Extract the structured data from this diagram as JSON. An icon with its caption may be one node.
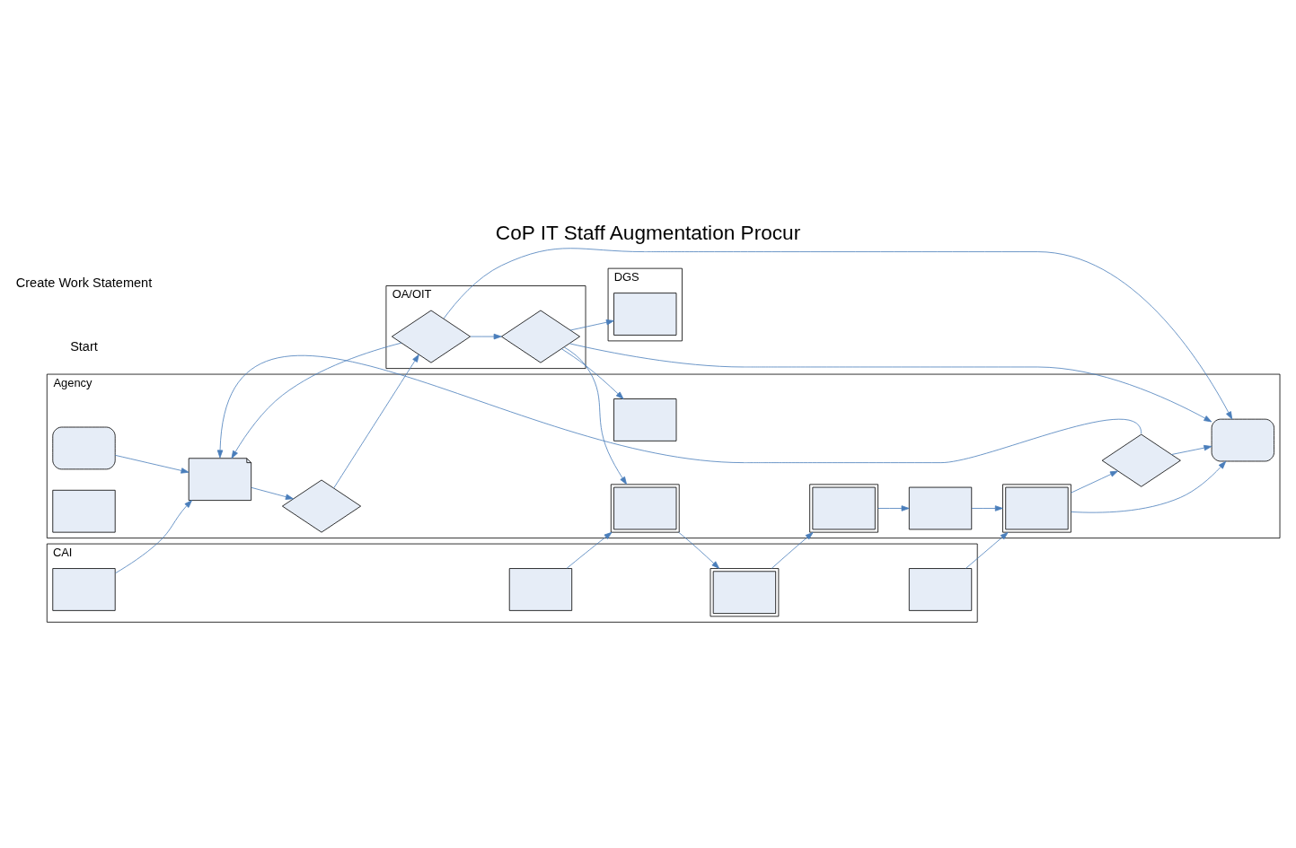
{
  "diagram": {
    "title": "CoP IT Staff Augmentation Procur",
    "nodes": [
      {
        "text": [
          "Agency"
        ]
      },
      {
        "text": [
          "OA/OIT"
        ]
      },
      {
        "text": [
          "DGS"
        ]
      },
      {
        "text": [
          "CAI"
        ]
      },
      {
        "text": [],
        "shape": "box",
        "in": 0
      },
      {
        "text": [],
        "shape": "document",
        "in": 0
      },
      {
        "text": [],
        "shape": "diamond",
        "in": 0
      },
      {
        "text": [],
        "shape": "box",
        "in": 0
      },
      {
        "text": [],
        "shape": "box",
        "in": 0
      },
      {
        "text": [],
        "shape": "box",
        "in": 0
      },
      {
        "text": [],
        "shape": "box",
        "in": 0
      },
      {
        "text": [],
        "shape": "box",
        "in": 0
      },
      {
        "text": [],
        "shape": "box",
        "in": 0
      },
      {
        "text": [],
        "shape": "diamond",
        "in": 0
      },
      {
        "text": [],
        "shape": "box",
        "in": 0
      },
      {
        "text": [],
        "shape": "diamond",
        "in": 1
      },
      {
        "text": [],
        "shape": "diamond",
        "in": 1
      },
      {
        "text": [],
        "shape": "box",
        "in": 2
      },
      {
        "text": [],
        "shape": "box",
        "in": 3
      },
      {
        "text": [],
        "shape": "box",
        "in": 3
      },
      {
        "text": [],
        "shape": "box",
        "in": 3
      },
      {
        "text": [],
        "shape": "box",
        "in": 3
      }
    ],
    "edges": [
      {
        "from": 4,
        "to": 5,
        "arrow": "to"
      },
      {
        "from": 5,
        "to": 6,
        "arrow": "to"
      },
      {
        "from": 13,
        "to": 5,
        "arrow": "to"
      },
      {
        "from": 18,
        "to": 5,
        "arrow": "to"
      },
      {
        "from": 6,
        "to": 15,
        "arrow": "to"
      },
      {
        "from": 15,
        "to": 16,
        "arrow": "to"
      },
      {
        "from": 15,
        "to": 5,
        "arrow": "to"
      },
      {
        "from": 15,
        "to": 7,
        "arrow": "to"
      },
      {
        "from": 16,
        "to": 7,
        "arrow": "to"
      },
      {
        "from": 16,
        "to": 8,
        "arrow": "to"
      },
      {
        "from": 16,
        "to": 17,
        "arrow": "to"
      },
      {
        "from": 16,
        "to": 14,
        "arrow": "to"
      },
      {
        "from": 19,
        "to": 8,
        "arrow": "to"
      },
      {
        "from": 8,
        "to": 20,
        "arrow": "to"
      },
      {
        "from": 20,
        "to": 9,
        "arrow": "to"
      },
      {
        "from": 9,
        "to": 10,
        "arrow": "to"
      },
      {
        "from": 10,
        "to": 11,
        "arrow": "to"
      },
      {
        "from": 21,
        "to": 11,
        "arrow": "to"
      },
      {
        "from": 11,
        "to": 13,
        "arrow": "to"
      },
      {
        "from": 13,
        "to": 7,
        "arrow": "to"
      },
      {
        "from": 11,
        "to": 7,
        "arrow": "to"
      }
    ],
    "labels": [
      "Start",
      "Create Work Statement"
    ]
  }
}
